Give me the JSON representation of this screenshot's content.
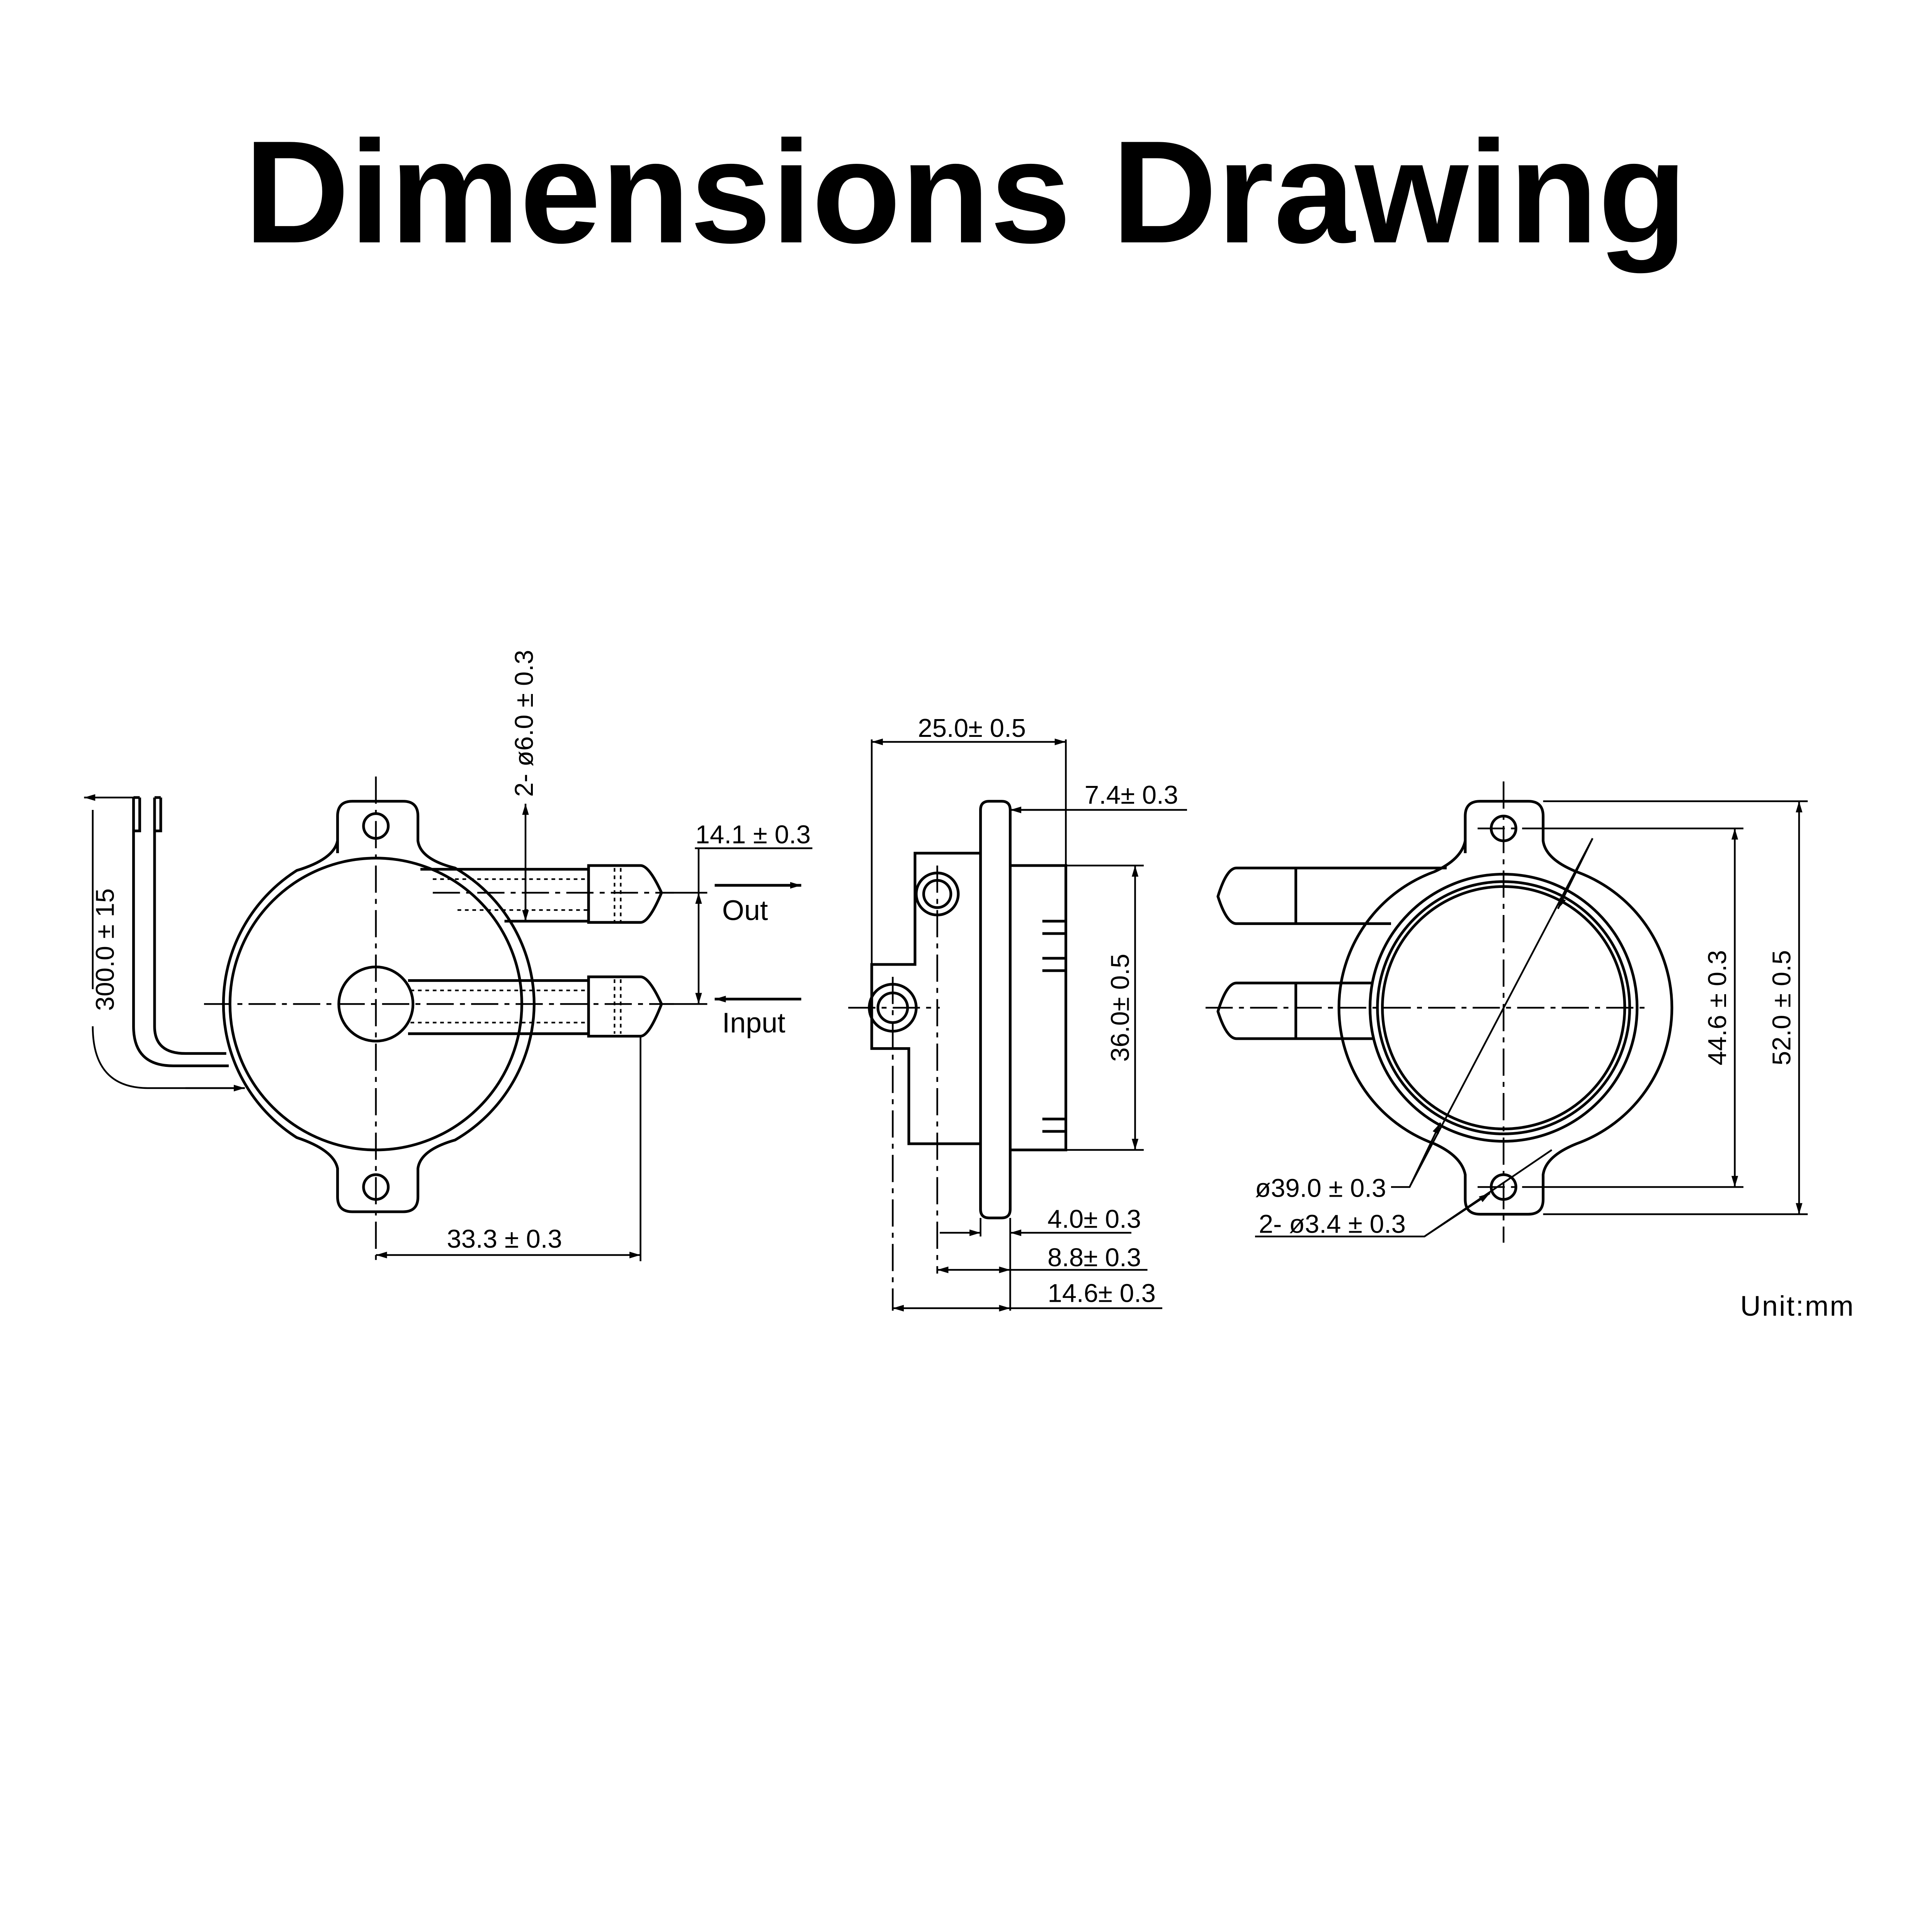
{
  "title": "Dimensions Drawing",
  "unit_label": "Unit:mm",
  "front_view": {
    "wire_length": "300.0 ± 15",
    "port_diameter": "2- ø6.0 ± 0.3",
    "port_spacing": "14.1 ± 0.3",
    "out_label": "Out",
    "input_label": "Input",
    "port_reach": "33.3 ± 0.3"
  },
  "side_view": {
    "overall_depth": "25.0±  0.5",
    "front_depth": "7.4±  0.3",
    "body_height": "36.0±  0.5",
    "flange_thickness": "4.0±  0.3",
    "rear_depth_1": "8.8±  0.3",
    "rear_depth_2": "14.6±  0.3"
  },
  "rear_view": {
    "body_diameter": "ø39.0 ± 0.3",
    "hole_diameter": "2- ø3.4 ± 0.3",
    "hole_spacing": "44.6 ± 0.3",
    "overall_height": "52.0 ± 0.5"
  }
}
